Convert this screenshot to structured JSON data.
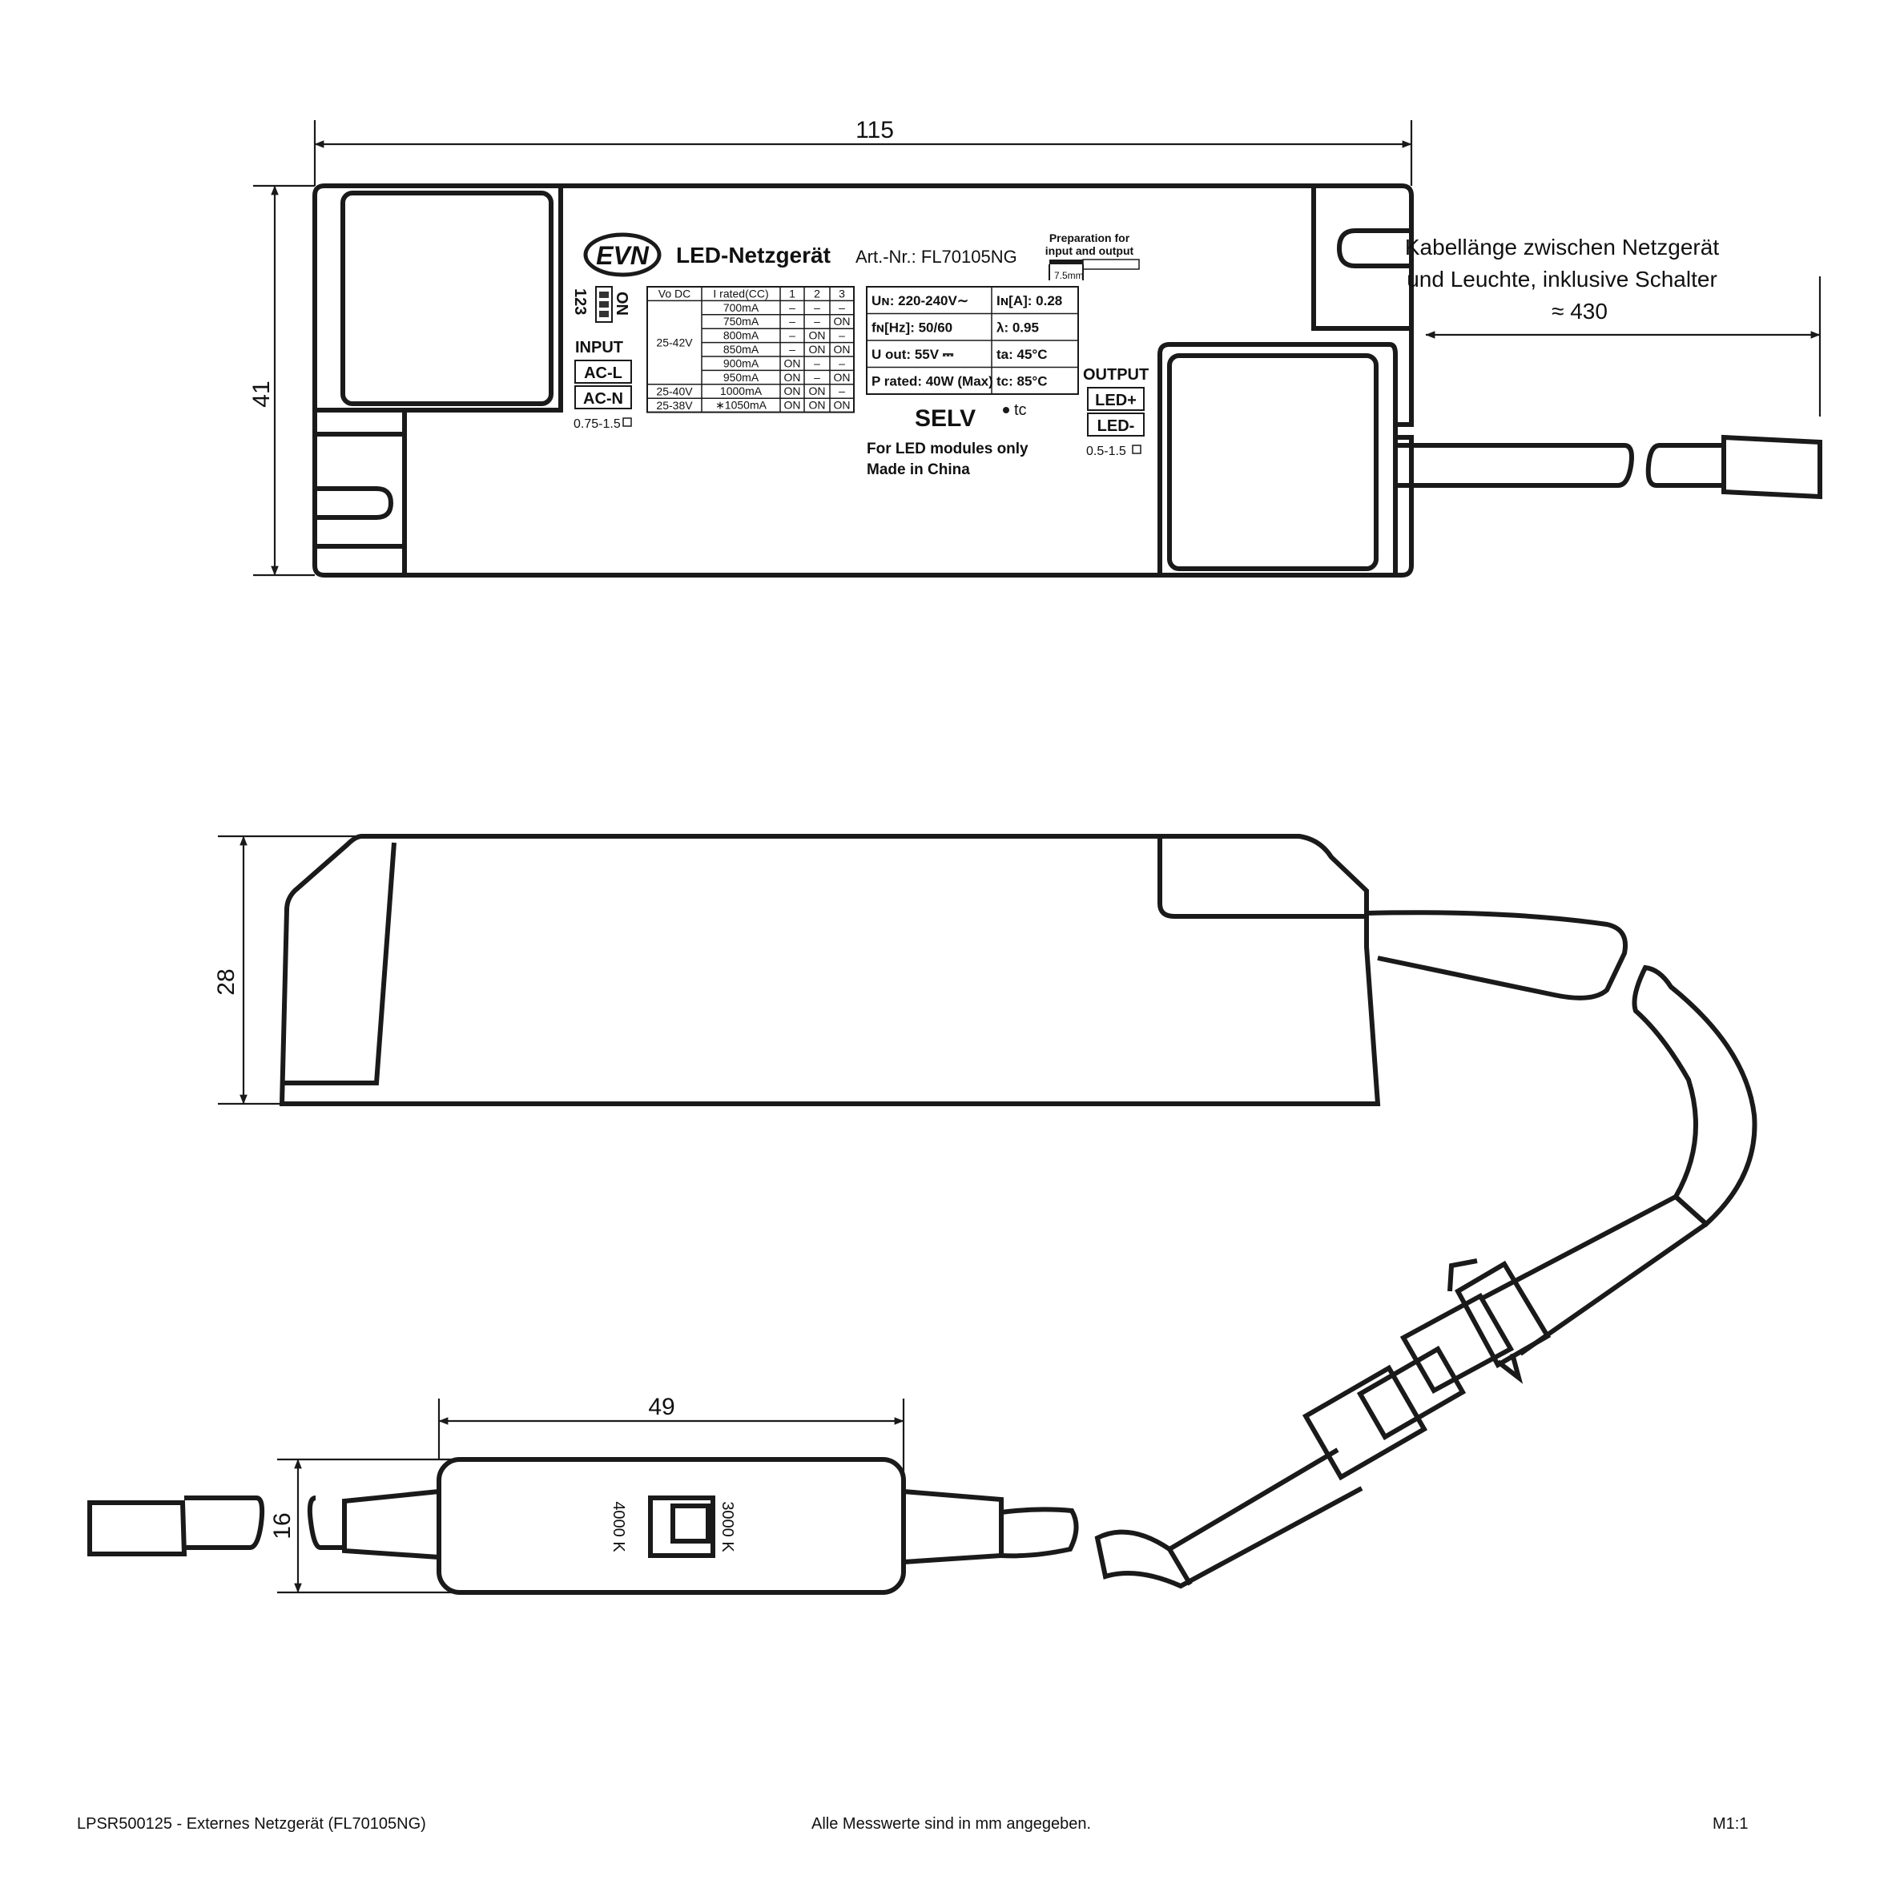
{
  "dimensions": {
    "length": "115",
    "width": "41",
    "height": "28",
    "switch_length": "49",
    "switch_height": "16",
    "cable_length": "≈ 430"
  },
  "cable_note": {
    "line1": "Kabellänge zwischen Netzgerät",
    "line2": "und Leuchte, inklusive Schalter"
  },
  "label": {
    "brand": "EVN",
    "product": "LED-Netzgerät",
    "article": "Art.-Nr.: FL70105NG",
    "prep_line1": "Preparation for",
    "prep_line2": "input and output",
    "prep_strip": "7.5mm",
    "dip_on": "ON",
    "dip_numbers": "123",
    "input_title": "INPUT",
    "input_l": "AC-L",
    "input_n": "AC-N",
    "input_wire": "0.75-1.5",
    "output_title": "OUTPUT",
    "output_plus": "LED+",
    "output_minus": "LED-",
    "output_wire": "0.5-1.5",
    "selv": "SELV",
    "tc_mark": "tc",
    "for_led": "For LED modules only",
    "made_in": "Made in China",
    "table": {
      "header": [
        "Vo DC",
        "I rated(CC)",
        "1",
        "2",
        "3"
      ],
      "volt_groups": [
        {
          "label": "25-42V",
          "rows": 6
        },
        {
          "label": "25-40V",
          "rows": 1
        },
        {
          "label": "25-38V",
          "rows": 1
        }
      ],
      "rows": [
        [
          "700mA",
          "–",
          "–",
          "–"
        ],
        [
          "750mA",
          "–",
          "–",
          "ON"
        ],
        [
          "800mA",
          "–",
          "ON",
          "–"
        ],
        [
          "850mA",
          "–",
          "ON",
          "ON"
        ],
        [
          "900mA",
          "ON",
          "–",
          "–"
        ],
        [
          "950mA",
          "ON",
          "–",
          "ON"
        ],
        [
          "1000mA",
          "ON",
          "ON",
          "–"
        ],
        [
          "∗1050mA",
          "ON",
          "ON",
          "ON"
        ]
      ]
    },
    "specs": [
      [
        "Uɴ: 220-240V∼",
        "Iɴ[A]: 0.28"
      ],
      [
        "fɴ[Hz]:   50/60",
        "λ:      0.95"
      ],
      [
        "U out:   55V ⎓",
        "ta:    45°C"
      ],
      [
        "P rated:  40W (Max)",
        "tc:    85°C"
      ]
    ]
  },
  "switch": {
    "left_label": "4000 K",
    "right_label": "3000 K"
  },
  "footer": {
    "left": "LPSR500125 - Externes Netzgerät (FL70105NG)",
    "center": "Alle Messwerte sind in mm angegeben.",
    "right": "M1:1"
  }
}
